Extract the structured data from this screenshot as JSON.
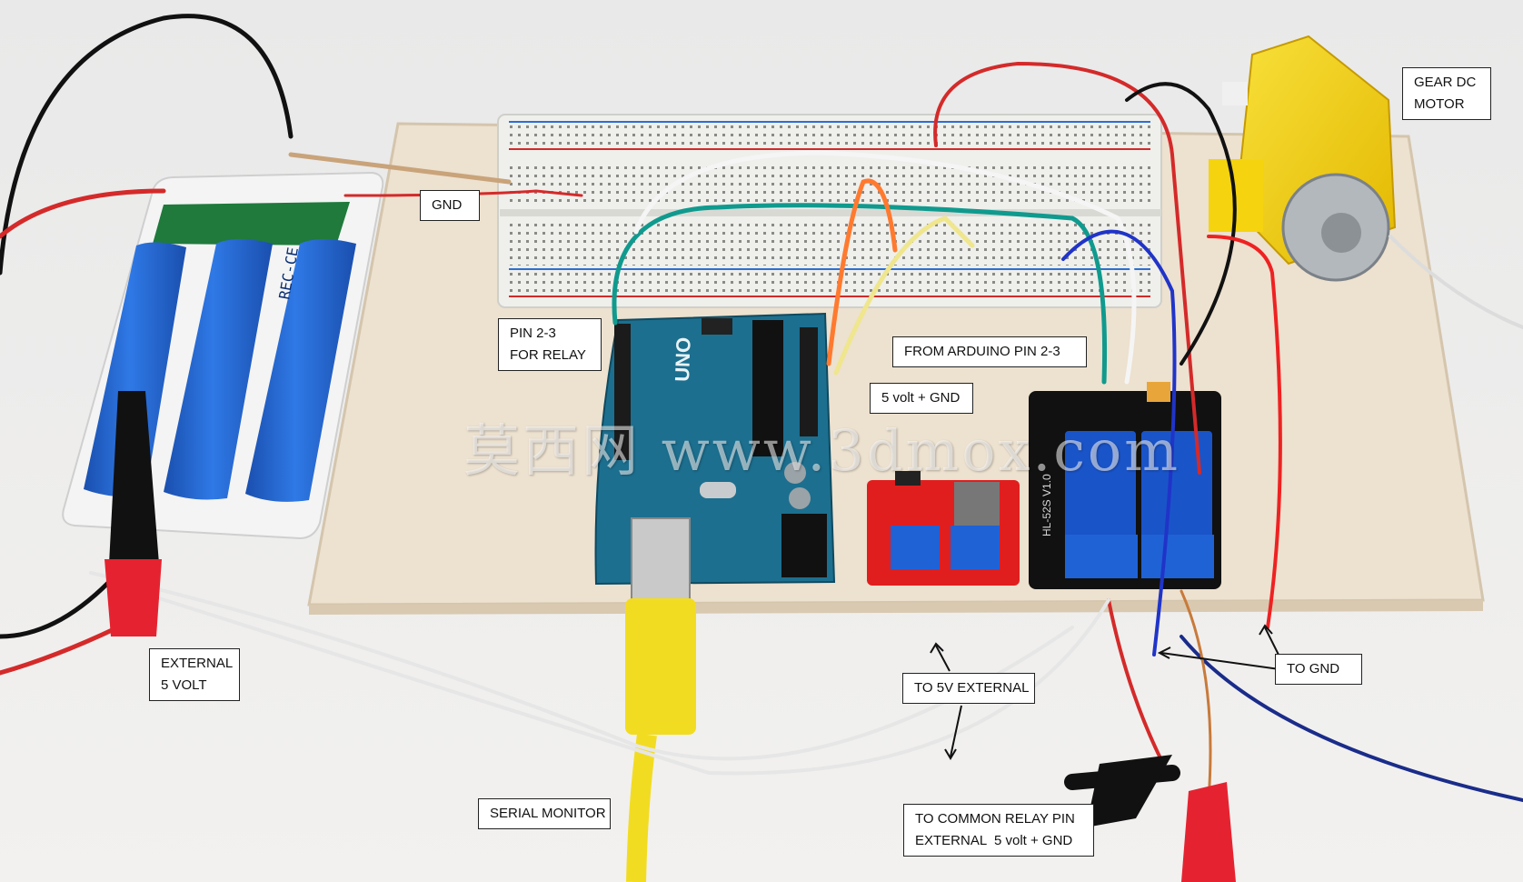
{
  "labels": {
    "gnd": "GND",
    "gear_motor": [
      "GEAR DC",
      "MOTOR"
    ],
    "pin_relay": [
      "PIN 2-3",
      "FOR RELAY"
    ],
    "from_arduino": "FROM ARDUINO PIN 2-3",
    "five_volt_gnd": "5 volt + GND",
    "external_5v": [
      "EXTERNAL",
      "5 VOLT"
    ],
    "to_gnd": "TO GND",
    "to_5v_external": "TO 5V EXTERNAL",
    "serial_monitor": "SERIAL MONITOR",
    "common_relay": [
      "TO COMMON RELAY PIN",
      "EXTERNAL  5 volt + GND"
    ]
  },
  "watermark": "莫西网 www.3dmox.com",
  "components": {
    "arduino_text": "UNO",
    "battery_text": "REC-CE",
    "relay_model": "HL-52S V1.0"
  },
  "colors": {
    "wood": "#ede1cf",
    "breadboard": "#efefec",
    "arduino": "#1c6f8f",
    "battery": "#1f5fc6",
    "relay_board": "#111111",
    "relay": "#1a54c9",
    "mosfet_board": "#e01e1e",
    "motor": "#f5d40f",
    "usb_cable": "#f2dc22"
  }
}
